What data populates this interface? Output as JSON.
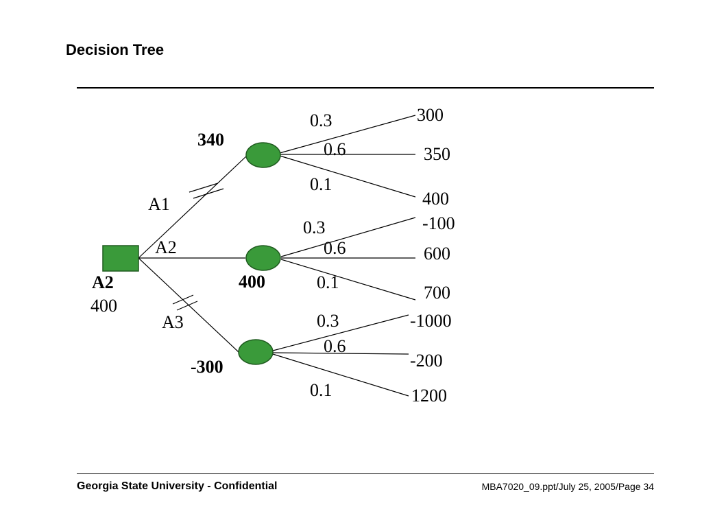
{
  "slide": {
    "title": "Decision Tree",
    "footer_left": "Georgia State University - Confidential",
    "footer_right": "MBA7020_09.ppt/July 25, 2005/Page 34"
  },
  "tree": {
    "decision": {
      "label": "A2",
      "value": "400"
    },
    "colors": {
      "node_fill": "#3a9a3a",
      "node_stroke": "#1f5a1f"
    },
    "alternatives": [
      {
        "label": "A1",
        "value": "340",
        "pruned": true,
        "branches": [
          {
            "prob": "0.3",
            "payoff": "300"
          },
          {
            "prob": "0.6",
            "payoff": "350"
          },
          {
            "prob": "0.1",
            "payoff": "400"
          }
        ]
      },
      {
        "label": "A2",
        "value": "400",
        "pruned": false,
        "branches": [
          {
            "prob": "0.3",
            "payoff": "-100"
          },
          {
            "prob": "0.6",
            "payoff": "600"
          },
          {
            "prob": "0.1",
            "payoff": "700"
          }
        ]
      },
      {
        "label": "A3",
        "value": "-300",
        "pruned": true,
        "branches": [
          {
            "prob": "0.3",
            "payoff": "-1000"
          },
          {
            "prob": "0.6",
            "payoff": "-200"
          },
          {
            "prob": "0.1",
            "payoff": "1200"
          }
        ]
      }
    ]
  }
}
